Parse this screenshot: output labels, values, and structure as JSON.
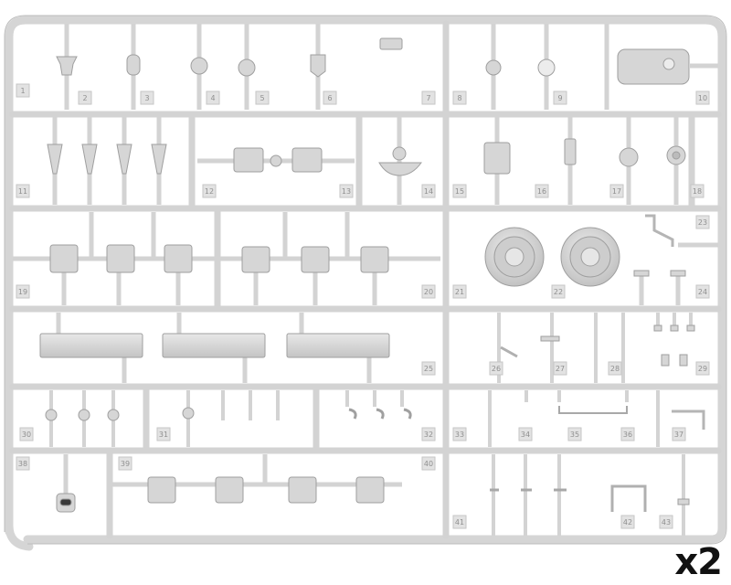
{
  "sprue": {
    "multiplier": "x2",
    "colors": {
      "plastic": "#d8d8d8",
      "plastic_dark": "#b9b9b9",
      "outline": "#a7a7a7",
      "background": "#ffffff"
    },
    "part_numbers": [
      "1",
      "2",
      "3",
      "4",
      "5",
      "6",
      "7",
      "8",
      "9",
      "10",
      "11",
      "12",
      "13",
      "14",
      "15",
      "16",
      "17",
      "18",
      "19",
      "20",
      "21",
      "22",
      "23",
      "24",
      "25",
      "26",
      "27",
      "28",
      "29",
      "30",
      "31",
      "32",
      "33",
      "34",
      "35",
      "36",
      "37",
      "38",
      "39",
      "40",
      "41",
      "42",
      "43"
    ]
  }
}
